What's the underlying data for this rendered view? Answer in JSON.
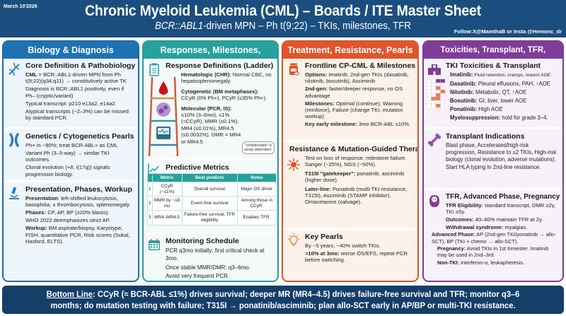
{
  "header": {
    "date": "March 10'2026",
    "title": "Chronic Myeloid Leukemia (CML) – Boards / ITE Master Sheet",
    "subtitle_gene": "BCR::ABL1",
    "subtitle_rest": "-driven MPN – Ph t(9;22) – TKIs, milestones, TFR",
    "follow": "Follow:X@MamthaB or Insta @Hemonc_dr"
  },
  "colors": {
    "header_bg": "#1b4e7e",
    "biology": "#1e72b4",
    "responses": "#27a19b",
    "treatment": "#e0552c",
    "toxicities": "#7e3d99",
    "bottom_bg": "#153e68"
  },
  "columns": {
    "biology": {
      "title": "Biology & Diagnosis",
      "core": {
        "title": "Core Definition & Pathobiology",
        "icon": "dna-icon",
        "l1_b": "CML",
        "l1": " = BCR::ABL1-driven MPN from Ph t(9;22)(q34;q11) → constitutively active TK",
        "l2": "Diagnosis is BCR::ABL1 positivity, even if Ph– (cryptic/variant)",
        "l3": "Typical transcript: p210 e13a2, e14a2.",
        "l4": "Atypical transcripts (~2–3%) can be missed by standard PCR."
      },
      "genetics": {
        "title": "Genetics / Cytogenetics Pearls",
        "icon": "chromosome-icon",
        "l1": "Ph+ in ~90%; treat BCR-ABL+ as CML",
        "l2": "Variant Ph (3–5-way) → similar TKI outcomes.",
        "l3": "Clonal evolution (+8, i(17q)) signals progression biology."
      },
      "presentation": {
        "title": "Presentation, Phases, Workup",
        "icon": "microscope-icon",
        "l1_b": "Presentation",
        "l1": ": left-shifted leukocytosis, basophilia, ± thrombocytosis, splenomegaly.",
        "l2_b": "Phases:",
        "l2": " CP, AP, BP (≥20% blasts).",
        "l3": "WHO 2022 deemphasizes strict AP.",
        "l4_b": "Workup:",
        "l4": " BM aspirate/biopsy, Karyotype, FISH, quantitative PCR, Risk scores (Sokal, Hasford, ELTS)."
      }
    },
    "responses": {
      "title": "Responses, Milestones, Monitoring",
      "definitions": {
        "title": "Response Definitions (Ladder)",
        "icon": "clipboard-icon",
        "chr_b": "Hematologic (CHR):",
        "chr": " Normal CBC, no hepatosplenomegaly.",
        "cyto_b": "Cytogenetic (BM metaphases):",
        "cyto": " CCyR (0% Ph+), PCyR (≤35% Ph+).",
        "mol_b": "Molecular (PCR, IS):",
        "mol": " ≤10% (3–6mo), ≤1% (≈CCyR), MMR (≤0.1%), MR4 (≤0.01%), MR4.5 (≤0.0032%). DMR = MR4 or MR4.5",
        "bubble": "\"Undetectable\" is assay-dependent."
      },
      "predictive": {
        "title": "Predictive Metrics",
        "icon": "trend-chart-icon",
        "headers": [
          "",
          "Metric",
          "Best predicts",
          "Notes"
        ],
        "rows": [
          [
            "1",
            "CCyR (~≤1%)",
            "Overall survival",
            "Major OS driver"
          ],
          [
            "2",
            "MMR by ~18 mo",
            "Event-free survival",
            "Among those in CCyR."
          ],
          [
            "3",
            "MR4–MR4.5",
            "Failure-free survival, TFR eligibility",
            "Enables TFR."
          ]
        ]
      },
      "monitoring": {
        "title": "Monitoring Schedule",
        "icon": "calendar-icon",
        "l1": "PCR q3mo initially; first critical check at 3mo.",
        "l2": "Once stable MMR/DMR: q3–6mo.",
        "l3": "Avoid very frequent PCR."
      }
    },
    "treatment": {
      "title": "Treatment, Resistance, Pearls",
      "frontline": {
        "title": "Frontline CP-CML & Milestones",
        "icon": "pill-bottle-icon",
        "opt_b": "Options:",
        "opt": " Imatinib, 2nd-gen TKIs (dasatinib, nilotinib, bosutinib), Asciminib",
        "gen_b": "2nd-gen:",
        "gen": " faster/deeper response, no OS advantage",
        "mil_b": "Milestones:",
        "mil": " Optimal (continue), Warning (reinforce), Failure (change TKI, mutation workup)",
        "key_b": "Key early milestone:",
        "key": " 3mo BCR-ABL ≤10%."
      },
      "resistance": {
        "title": "Resistance & Mutation-Guided Therapy",
        "icon": "mutation-icon",
        "l1": "Test on loss of response, milestone failure. Sanger (~25%), NGS (~50%).",
        "t315_b": "T315I \"gatekeeper\":",
        "t315": " ponatinib, asciminib (higher dose).",
        "later_b": "Later-line:",
        "later": " Ponatinib (multi-TKI resistance, T315I), Asciminib (STAMP inhibitor), Omacetaxine (salvage)."
      },
      "pearls": {
        "title": "Key Pearls",
        "icon": "lightbulb-icon",
        "l1": "By ~5 years, ~40% switch TKIs.",
        "l2_b": ">10% at 3mo:",
        "l2": " worse OS/EFS, repeat PCR before switching."
      }
    },
    "toxicities": {
      "title": "Toxicities, Transplant, TFR, Pregnancy",
      "tki": {
        "title": "TKI Toxicities & Transplant",
        "icon": "hospital-icon",
        "items": [
          {
            "drug": "Imatinib:",
            "text": " Fluid retention, cramps, lowest AOE"
          },
          {
            "drug": "Dasatinib:",
            "text": " Pleural effusions, PAH, ↑AOE"
          },
          {
            "drug": "Nilotinib:",
            "text": " Metabolic, QT, ↑AOE"
          },
          {
            "drug": "Bosutinib:",
            "text": " GI, liver, lower AOE"
          },
          {
            "drug": "Ponatinib:",
            "text": " High AOE"
          },
          {
            "drug": "Myelosuppression:",
            "text": " hold for grade 3–4."
          }
        ]
      },
      "transplant": {
        "title": "Transplant Indications",
        "icon": "bone-icon",
        "l1": "Blast phase, Accelerated/high-risk progression, Resistance to ≥2 TKIs, High-risk biology (clonal evolution, adverse mutations).",
        "l2": "Start HLA typing in 2nd-line resistance."
      },
      "tfr": {
        "title": "TFR, Advanced Phase, Pregnancy",
        "icon": "baby-icon",
        "elig_b": "TFR Eligibility",
        "elig": ": standard transcript, DMR ≥2y, TKI ≥5y.",
        "out_b": "Outcomes:",
        "out": " 40–60% maintain TFR at 2y.",
        "wd_b": "Withdrawal syndrome:",
        "wd": " myalgias.",
        "adv_b": "Advanced Phase:",
        "adv": " AP (2nd-gen TKI/ponatinib → allo-SCT), BP (TKI + chemo → allo-SCT).",
        "preg_b": "Pregnancy:",
        "preg": " Avoid TKIs in 1st trimester. Imatinib may be used in 2nd–3rd.",
        "non_b": "Non-TKI:",
        "non": " interferon-α, leukapheresis."
      }
    }
  },
  "bottom_line": {
    "label": "Bottom Line",
    "line1": ": CCyR (≈ BCR-ABL ≤1%) drives survival; deeper MR (MR4–4.5) drives failure-free survival and TFR; monitor q3–6",
    "line2": "months; do mutation testing with failure; T315I → ponatinib/asciminib; plan allo-SCT early in AP/BP or multi-TKI resistance."
  }
}
